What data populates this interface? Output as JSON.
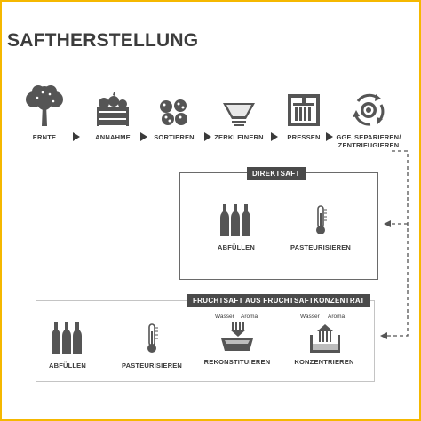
{
  "title": "SAFTHERSTELLUNG",
  "process_steps": [
    {
      "label": "ERNTE",
      "icon": "tree-icon"
    },
    {
      "label": "ANNAHME",
      "icon": "crate-icon"
    },
    {
      "label": "SORTIEREN",
      "icon": "fruit-sorting-icon"
    },
    {
      "label": "ZERKLEINERN",
      "icon": "grinder-icon"
    },
    {
      "label": "PRESSEN",
      "icon": "press-icon"
    },
    {
      "label": "GGF. SEPARIEREN/",
      "label2": "ZENTRIFUGIEREN",
      "icon": "centrifuge-icon"
    }
  ],
  "direktsaft": {
    "heading": "DIREKTSAFT",
    "steps": [
      {
        "label": "ABFÜLLEN",
        "icon": "bottles-icon"
      },
      {
        "label": "PASTEURISIEREN",
        "icon": "thermometer-icon"
      }
    ]
  },
  "konzentrat": {
    "heading": "FRUCHTSAFT AUS FRUCHTSAFTKONZENTRAT",
    "steps": [
      {
        "label": "ABFÜLLEN",
        "icon": "bottles-icon"
      },
      {
        "label": "PASTEURISIEREN",
        "icon": "thermometer-icon"
      },
      {
        "label": "REKONSTITUIEREN",
        "icon": "reconstitute-icon",
        "sub1": "Wasser",
        "sub2": "Aroma"
      },
      {
        "label": "KONZENTRIEREN",
        "icon": "concentrate-icon",
        "sub1": "Wasser",
        "sub2": "Aroma"
      }
    ]
  },
  "colors": {
    "frame": "#f5b800",
    "dark": "#4a4a4a",
    "text": "#3a3a3a",
    "box_border": "#6a6a6a",
    "box_border_light": "#c4c4c4"
  }
}
